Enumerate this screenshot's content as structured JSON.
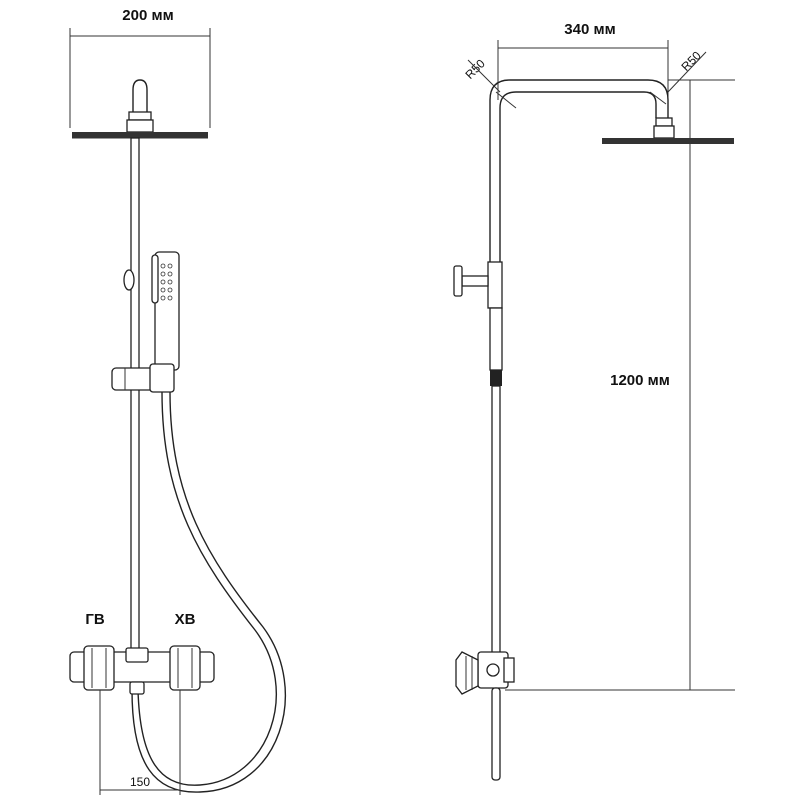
{
  "front_view": {
    "width_label": "200 мм",
    "hot_label": "ГВ",
    "cold_label": "ХВ",
    "spacing_label": "150"
  },
  "side_view": {
    "length_label": "340 мм",
    "radius_left_label": "R50",
    "radius_right_label": "R50",
    "height_label": "1200 мм"
  }
}
